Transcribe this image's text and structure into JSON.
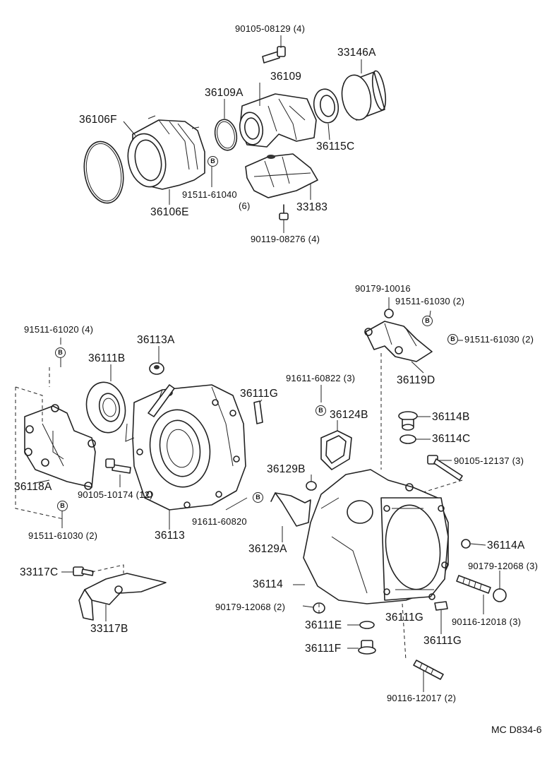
{
  "badge_text": "B",
  "code": "MC D834-6",
  "labels": {
    "l_90105_08129": "90105-08129 (4)",
    "l_33146a": "33146A",
    "l_36109": "36109",
    "l_36109a": "36109A",
    "l_36106f": "36106F",
    "l_36115c": "36115C",
    "l_91511_61040": "91511-61040",
    "l_qty6": "(6)",
    "l_33183": "33183",
    "l_36106e": "36106E",
    "l_90119_08276": "90119-08276 (4)",
    "l_90179_10016": "90179-10016",
    "l_91511_61030_a": "91511-61030 (2)",
    "l_91511_61030_b": "91511-61030 (2)",
    "l_91511_61020": "91511-61020 (4)",
    "l_36113a": "36113A",
    "l_36111b": "36111B",
    "l_36119d": "36119D",
    "l_91611_60822": "91611-60822 (3)",
    "l_36111g_a": "36111G",
    "l_36124b": "36124B",
    "l_36114b": "36114B",
    "l_36114c": "36114C",
    "l_90105_12137": "90105-12137 (3)",
    "l_36129b": "36129B",
    "l_36118a": "36118A",
    "l_90105_10174": "90105-10174 (12)",
    "l_91611_60820": "91611-60820",
    "l_36113": "36113",
    "l_36129a": "36129A",
    "l_91511_61030_c": "91511-61030 (2)",
    "l_36114a": "36114A",
    "l_90179_12068_a": "90179-12068 (3)",
    "l_33117c": "33117C",
    "l_36114": "36114",
    "l_90179_12068_b": "90179-12068 (2)",
    "l_36111g_b": "36111G",
    "l_90116_12018": "90116-12018 (3)",
    "l_33117b": "33117B",
    "l_36111e": "36111E",
    "l_36111g_c": "36111G",
    "l_36111f": "36111F",
    "l_90116_12017": "90116-12017 (2)"
  }
}
